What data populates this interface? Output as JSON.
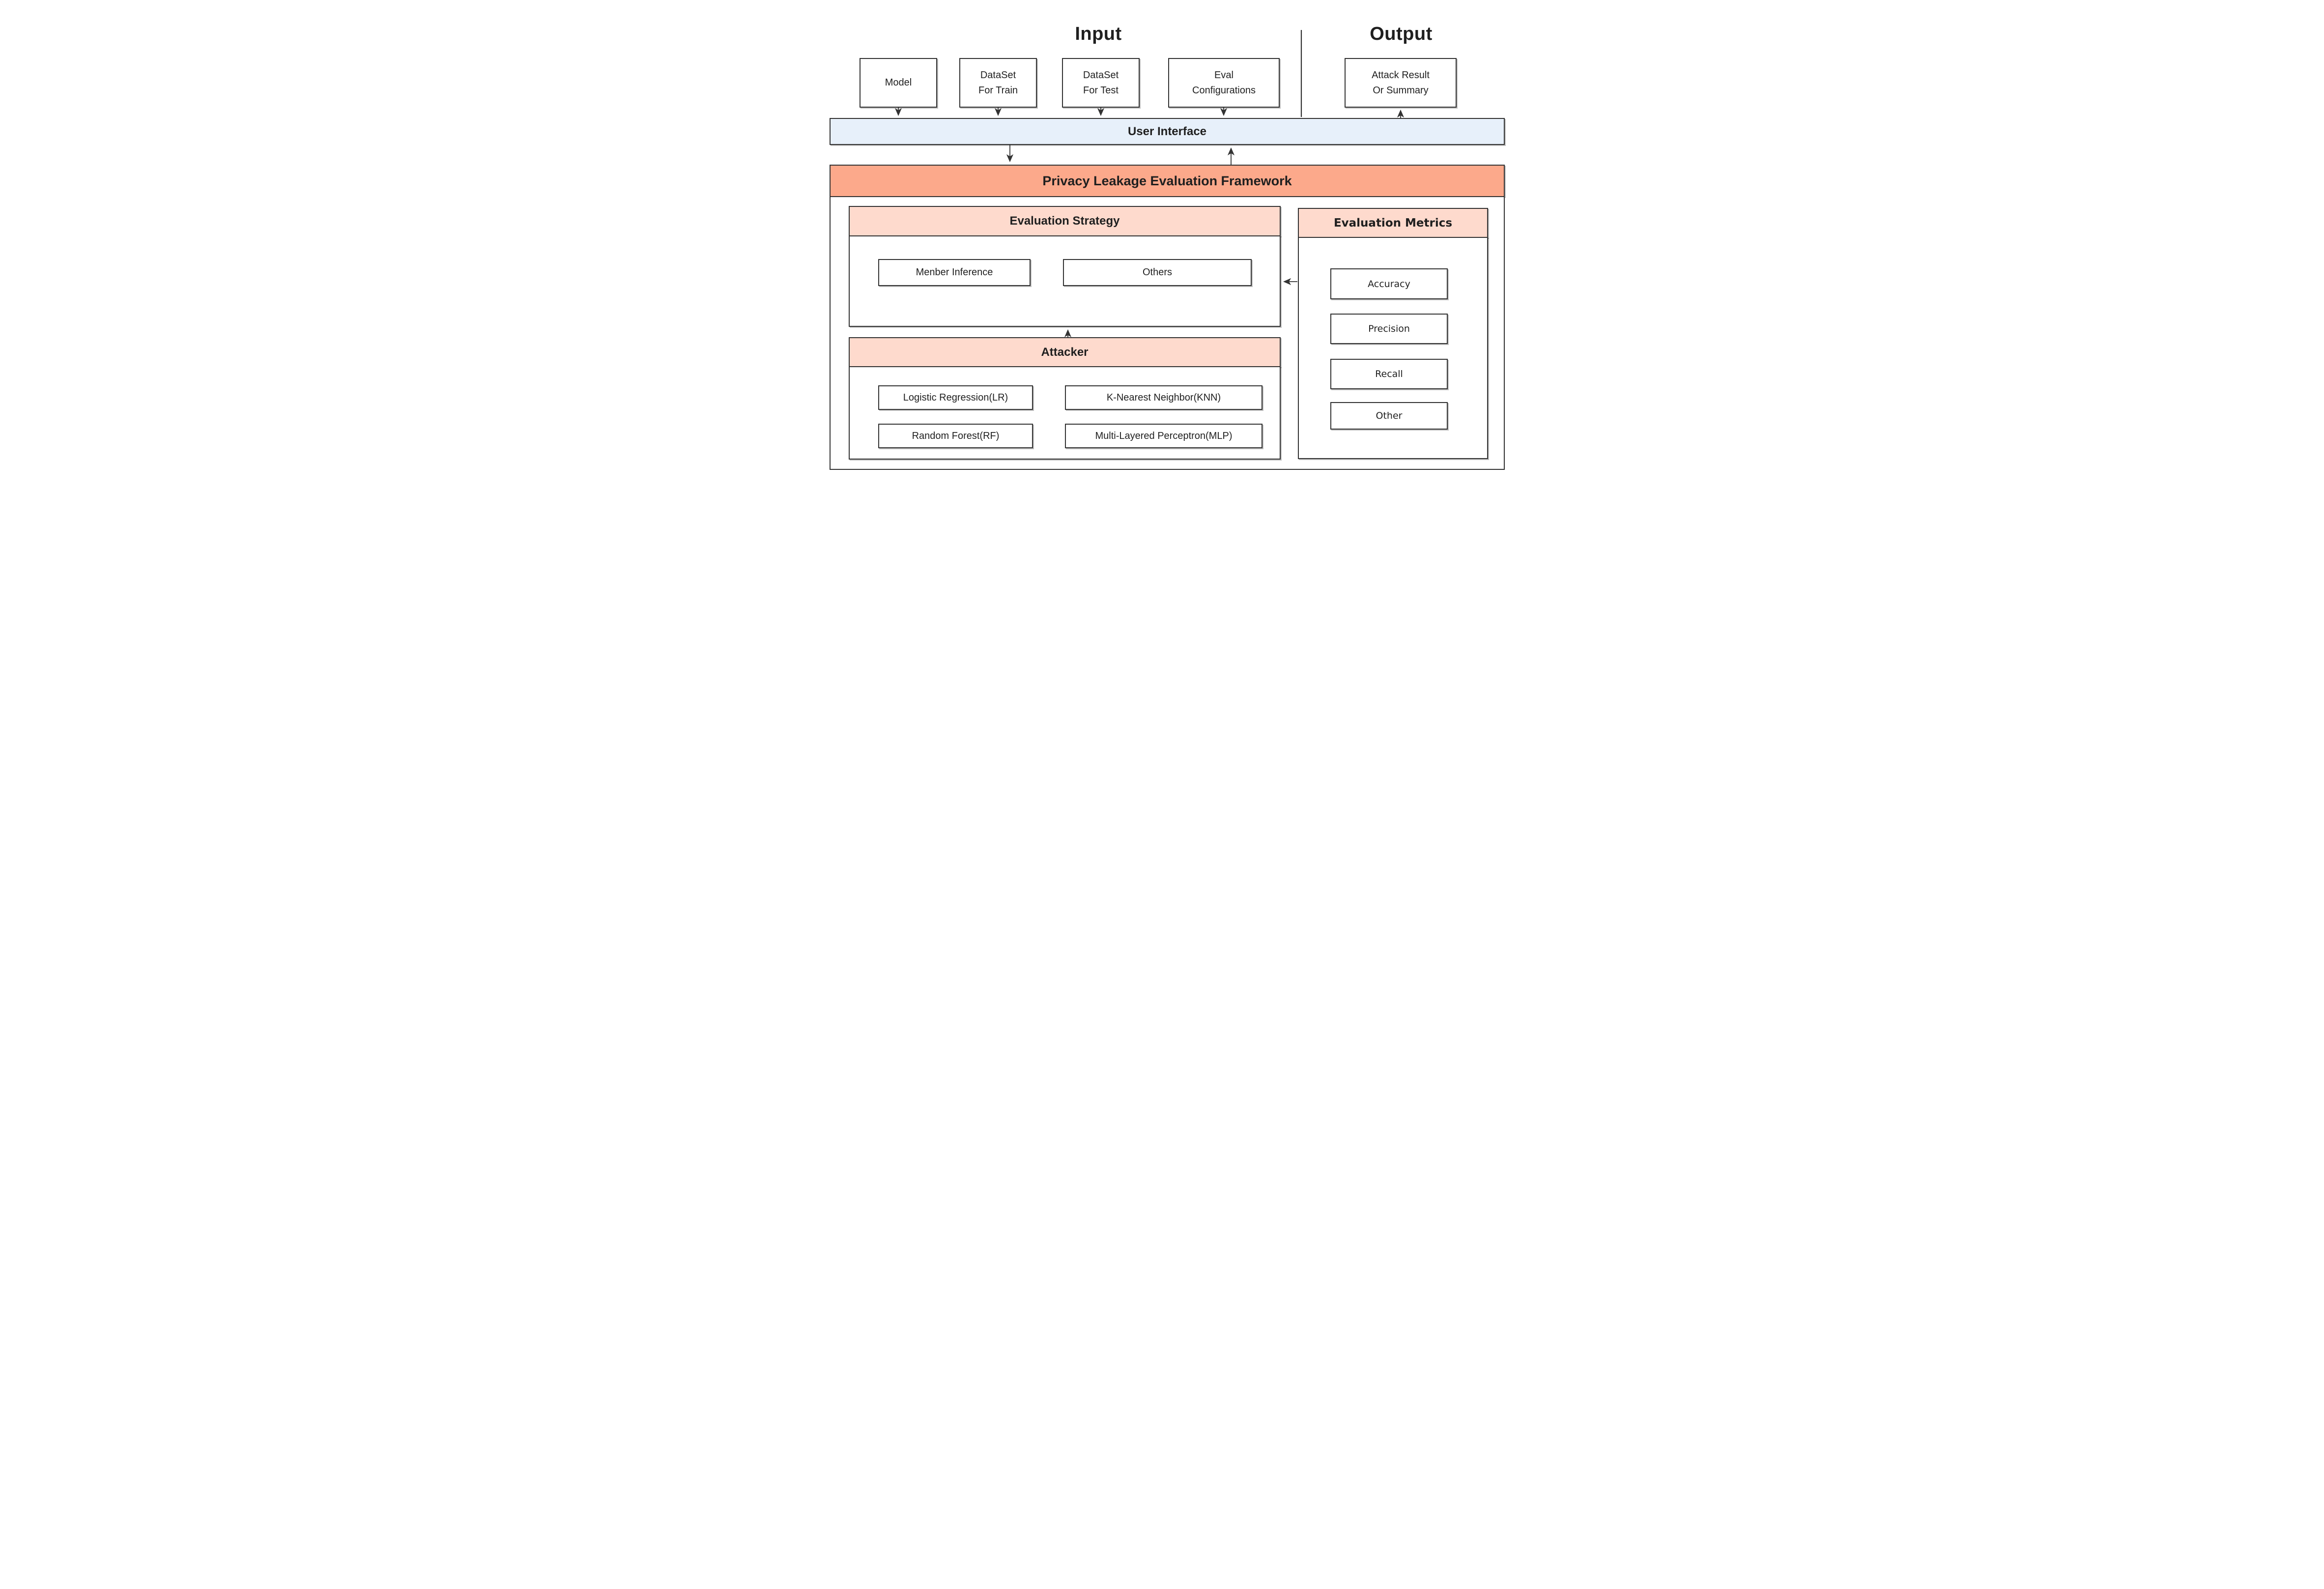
{
  "titles": {
    "input": "Input",
    "output": "Output"
  },
  "input_boxes": [
    {
      "label": "Model"
    },
    {
      "label": "DataSet\nFor Train"
    },
    {
      "label": "DataSet\nFor Test"
    },
    {
      "label": "Eval\nConfigurations"
    }
  ],
  "output_boxes": [
    {
      "label": "Attack Result\nOr Summary"
    }
  ],
  "user_interface": {
    "label": "User Interface"
  },
  "framework": {
    "label": "Privacy Leakage Evaluation Framework"
  },
  "strategy": {
    "title": "Evaluation Strategy",
    "items": [
      "Menber Inference",
      "Others"
    ]
  },
  "attacker": {
    "title": "Attacker",
    "items": [
      "Logistic Regression(LR)",
      "K-Nearest Neighbor(KNN)",
      "Random Forest(RF)",
      "Multi-Layered Perceptron(MLP)"
    ]
  },
  "metrics": {
    "title": "Evaluation Metrics",
    "items": [
      "Accuracy",
      "Precision",
      "Recall",
      "Other"
    ]
  },
  "colors": {
    "ui_bar_fill": "#e7f0fa",
    "framework_fill": "#fca98b",
    "section_fill": "#fedacd",
    "border": "#333333",
    "text": "#1f1f1f"
  }
}
